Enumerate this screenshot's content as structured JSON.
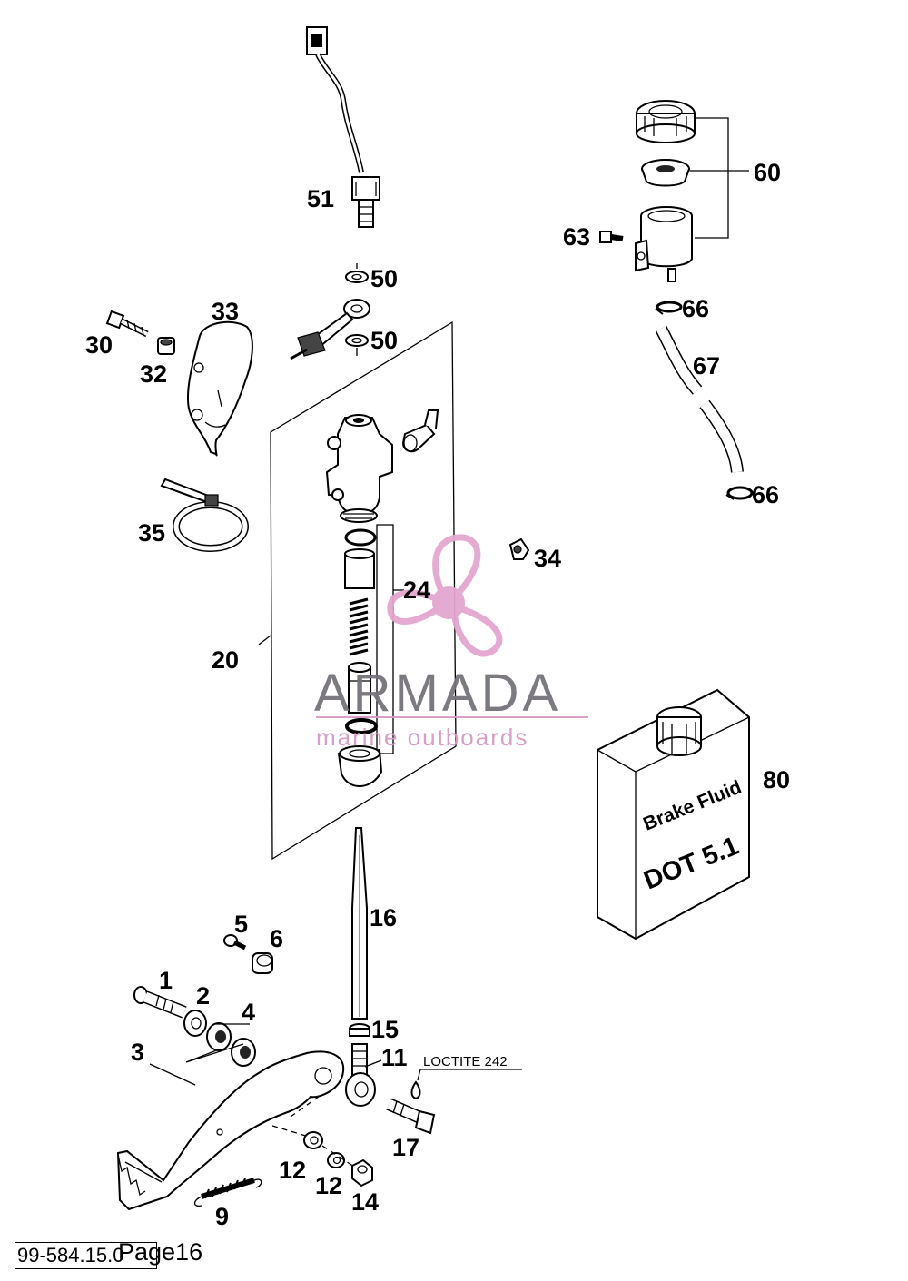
{
  "callouts": {
    "p1": "1",
    "p2": "2",
    "p3": "3",
    "p4": "4",
    "p5": "5",
    "p6": "6",
    "p9": "9",
    "p11": "11",
    "p12a": "12",
    "p12b": "12",
    "p14": "14",
    "p15": "15",
    "p16": "16",
    "p17": "17",
    "p20": "20",
    "p24": "24",
    "p30": "30",
    "p32": "32",
    "p33": "33",
    "p34": "34",
    "p35": "35",
    "p50a": "50",
    "p50b": "50",
    "p51": "51",
    "p60": "60",
    "p63": "63",
    "p66a": "66",
    "p66b": "66",
    "p67": "67",
    "p80": "80"
  },
  "annotation": {
    "loctite": "LOCTITE 242"
  },
  "can": {
    "line1": "Brake Fluid",
    "line2": "DOT 5.1"
  },
  "watermark": {
    "title": "ARMADA",
    "subtitle": "marine outboards",
    "colors": {
      "logo": "#e4a6cf",
      "text": "#77727a",
      "subtitle": "#d79ac3"
    }
  },
  "footer": {
    "code": "99-584.15.0",
    "page": "Page16"
  }
}
